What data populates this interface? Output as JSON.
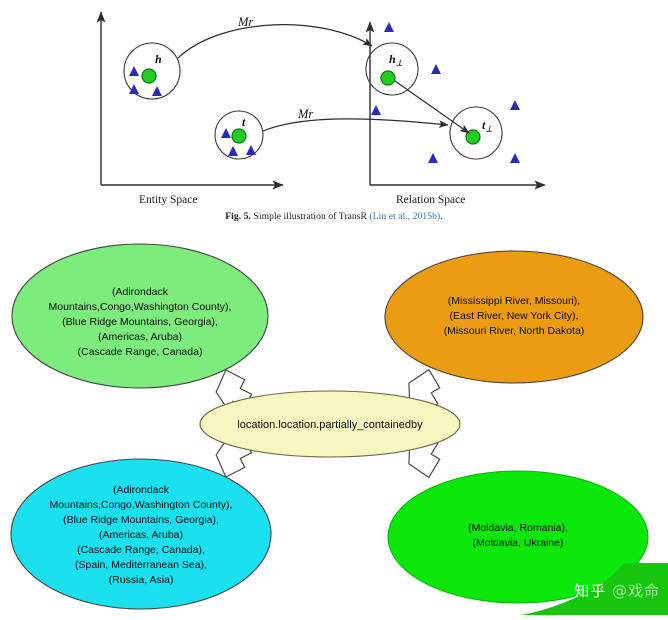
{
  "figure": {
    "caption_bold": "Fig. 5.",
    "caption_text": "Simple illustration of TransR ",
    "caption_citation": "(Lin et al., 2015b)",
    "caption_end": ".",
    "entity_space_label": "Entity Space",
    "relation_space_label": "Relation Space",
    "nodes": {
      "head": "h",
      "tail": "t",
      "head_proj": "h",
      "head_proj_sub": "⊥",
      "tail_proj": "t",
      "tail_proj_sub": "⊥"
    },
    "mapping_label_top": "Mr",
    "mapping_label_bottom": "Mr",
    "colors": {
      "entity_dot": "#22cc22",
      "triangle": "#2b2bb8",
      "axis": "#2e2e2e"
    }
  },
  "graph": {
    "relation_label": "location.location.partially_containedby",
    "nodes": [
      {
        "id": "top-left",
        "color": "#7ced7c",
        "lines": [
          "(Adirondack",
          "Mountains,Congo,Washington County),",
          "(Blue Ridge Mountains, Georgia),",
          "(Americas, Aruba)",
          "(Cascade Range, Canada)"
        ]
      },
      {
        "id": "top-right",
        "color": "#eb9c10",
        "lines": [
          "(Mississippi River, Missouri),",
          "(East River, New York City),",
          "(Missouri River, North Dakota)"
        ]
      },
      {
        "id": "bottom-left",
        "color": "#1ae0ef",
        "lines": [
          "(Adirondack",
          "Mountains,Congo,Washington County),",
          "(Blue Ridge Mountains, Georgia),",
          "(Americas, Aruba)",
          "(Cascade Range, Canada),",
          "(Spain, Mediterranean Sea),",
          "(Russia, Asia)"
        ]
      },
      {
        "id": "bottom-right",
        "color": "#09e808",
        "lines": [
          "(Moldavia, Romania),",
          "(Moldavia, Ukraine)"
        ]
      }
    ],
    "relation_node": {
      "id": "relation-center",
      "color": "#f7f5c0"
    }
  },
  "watermark": {
    "site": "知乎",
    "user": "@戏命",
    "ribbon_color": "#16c60c"
  }
}
